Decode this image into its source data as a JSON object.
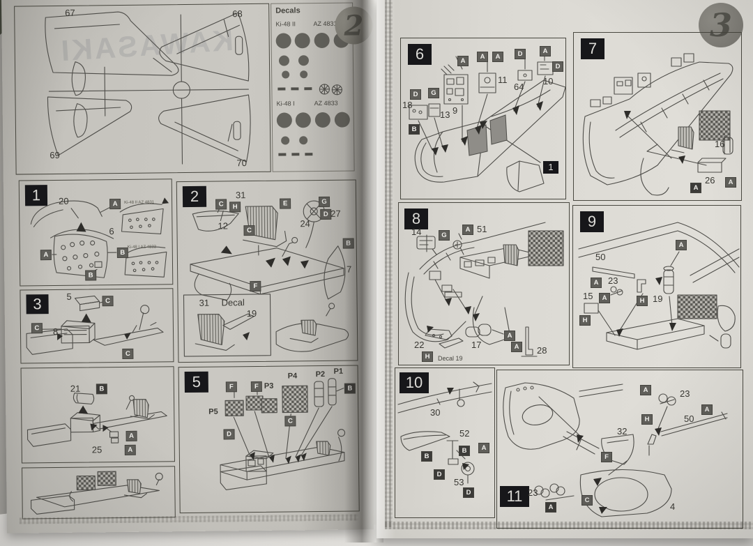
{
  "colors": {
    "paper_left": "#c5c3bd",
    "paper_right": "#dedcd6",
    "badge_bg": "#17171a",
    "chip_bg": "#605f5a",
    "decal_circle": "#63625c",
    "line_art": "#4e4d49"
  },
  "left_page": {
    "page_number": "2",
    "watermark": "KAWASAKI",
    "sprue": {
      "p67": "67",
      "p68": "68",
      "p69": "69",
      "p70": "70"
    },
    "decals": {
      "title": "Decals",
      "v1_name": "Ki-48 II",
      "v1_code": "AZ 4831",
      "v2_name": "Ki-48 I",
      "v2_code": "AZ 4833"
    },
    "step1": {
      "num": "1",
      "p20": "20",
      "p6": "6",
      "cA1": "A",
      "cA2": "A",
      "cB1": "B",
      "cB2": "B",
      "var1": "Ki-48 II  AZ 4831",
      "var2": "Ki-48 I  AZ 4833"
    },
    "step2": {
      "num": "2",
      "p31": "31",
      "p12": "12",
      "p24": "24",
      "p27": "27",
      "p7": "7",
      "cC1": "C",
      "cC2": "C",
      "cH": "H",
      "cE": "E",
      "cG": "G",
      "cD": "D",
      "cF": "F",
      "cB": "B",
      "inset_p": "31",
      "inset_decal": "Decal",
      "inset_n": "19"
    },
    "step3": {
      "num": "3",
      "p5": "5",
      "p8": "8",
      "cC1": "C",
      "cC2": "C",
      "cC3": "C"
    },
    "step4": {
      "p21": "21",
      "p25": "25",
      "cB": "B",
      "cA1": "A",
      "cA2": "A"
    },
    "step5": {
      "num": "5",
      "pP1": "P1",
      "pP2": "P2",
      "pP3": "P3",
      "pP4": "P4",
      "pP5": "P5",
      "cF1": "F",
      "cF2": "F",
      "cB": "B",
      "cC": "C",
      "cD": "D"
    }
  },
  "right_page": {
    "page_number": "3",
    "step6": {
      "num": "6",
      "p9": "9",
      "p11": "11",
      "p64": "64",
      "p10": "10",
      "p18": "18",
      "p13": "13",
      "cA1": "A",
      "cA2": "A",
      "cA3": "A",
      "cD1": "D",
      "cA4": "A",
      "cD2": "D",
      "cD3": "D",
      "cG": "G",
      "cB": "B",
      "ref": "1"
    },
    "step7": {
      "num": "7",
      "p16": "16",
      "p26": "26",
      "cA1": "A",
      "cA2": "A"
    },
    "step8": {
      "num": "8",
      "p14": "14",
      "p51": "51",
      "p22": "22",
      "p17": "17",
      "p28": "28",
      "cG": "G",
      "cA1": "A",
      "cA2": "A",
      "cA3": "A",
      "cH": "H",
      "decal": "Decal 19"
    },
    "step9": {
      "num": "9",
      "p50": "50",
      "p23": "23",
      "p15": "15",
      "p19": "19",
      "cA1": "A",
      "cA2": "A",
      "cA3": "A",
      "cH1": "H",
      "cH2": "H"
    },
    "step10": {
      "num": "10",
      "p30": "30",
      "p52": "52",
      "p53": "53",
      "cB1": "B",
      "cB2": "B",
      "cA": "A",
      "cD1": "D",
      "cD2": "D"
    },
    "step11": {
      "num": "11",
      "p23a": "23",
      "p50": "50",
      "p32": "32",
      "p23b": "23",
      "p4": "4",
      "cA1": "A",
      "cA2": "A",
      "cA3": "A",
      "cH": "H",
      "cF": "F",
      "cC": "C"
    }
  }
}
